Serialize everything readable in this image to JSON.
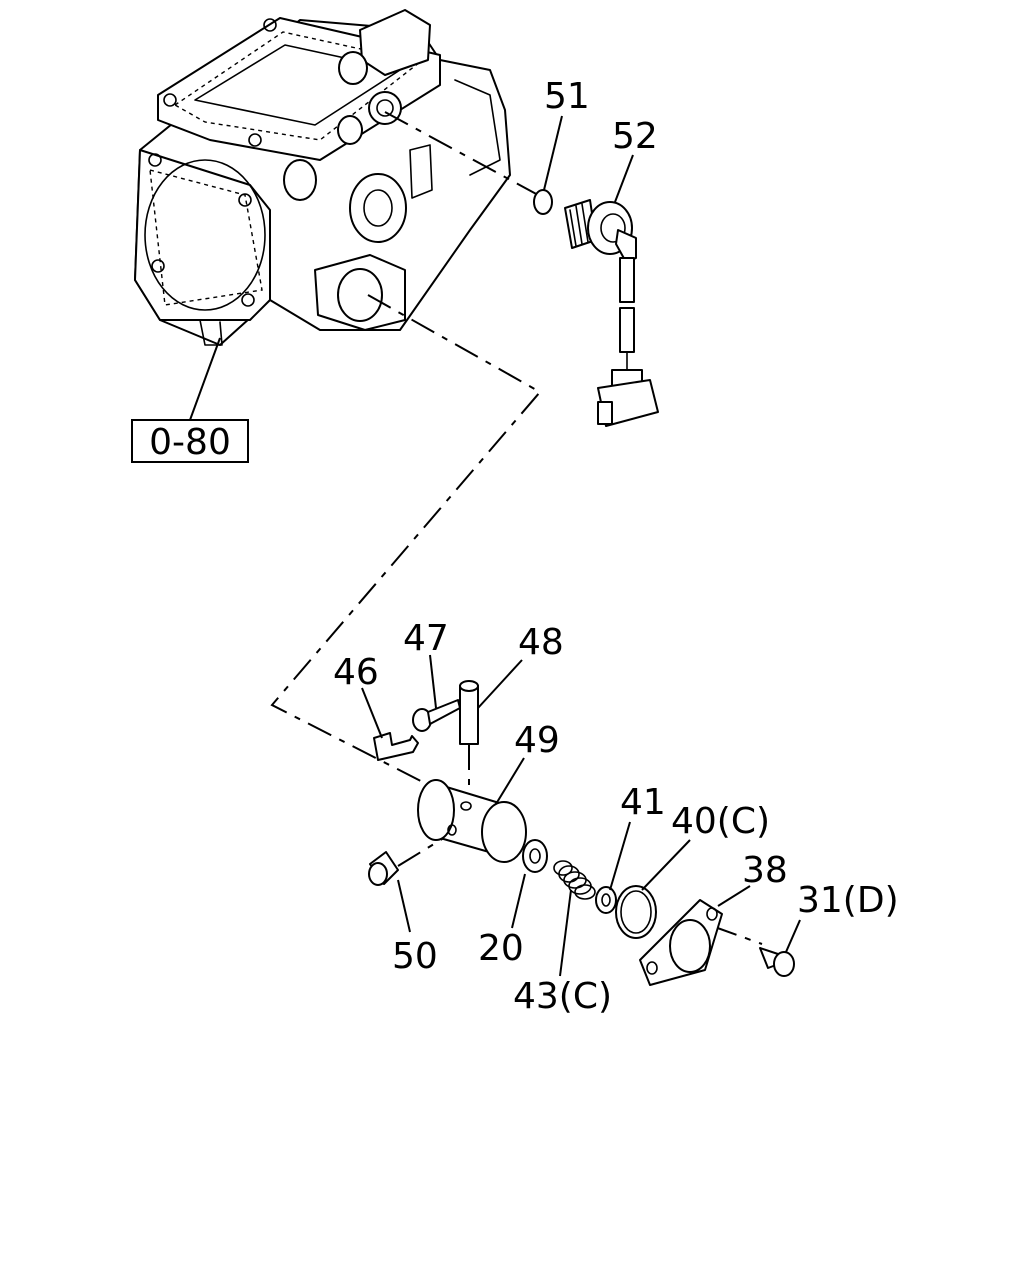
{
  "diagram": {
    "reference_label": "0-80",
    "callouts": [
      {
        "id": "51",
        "text": "51"
      },
      {
        "id": "52",
        "text": "52"
      },
      {
        "id": "47",
        "text": "47"
      },
      {
        "id": "48",
        "text": "48"
      },
      {
        "id": "46",
        "text": "46"
      },
      {
        "id": "49",
        "text": "49"
      },
      {
        "id": "41",
        "text": "41"
      },
      {
        "id": "40",
        "text": "40(C)"
      },
      {
        "id": "38",
        "text": "38"
      },
      {
        "id": "31",
        "text": "31(D)"
      },
      {
        "id": "50",
        "text": "50"
      },
      {
        "id": "20",
        "text": "20"
      },
      {
        "id": "43",
        "text": "43(C)"
      }
    ]
  }
}
